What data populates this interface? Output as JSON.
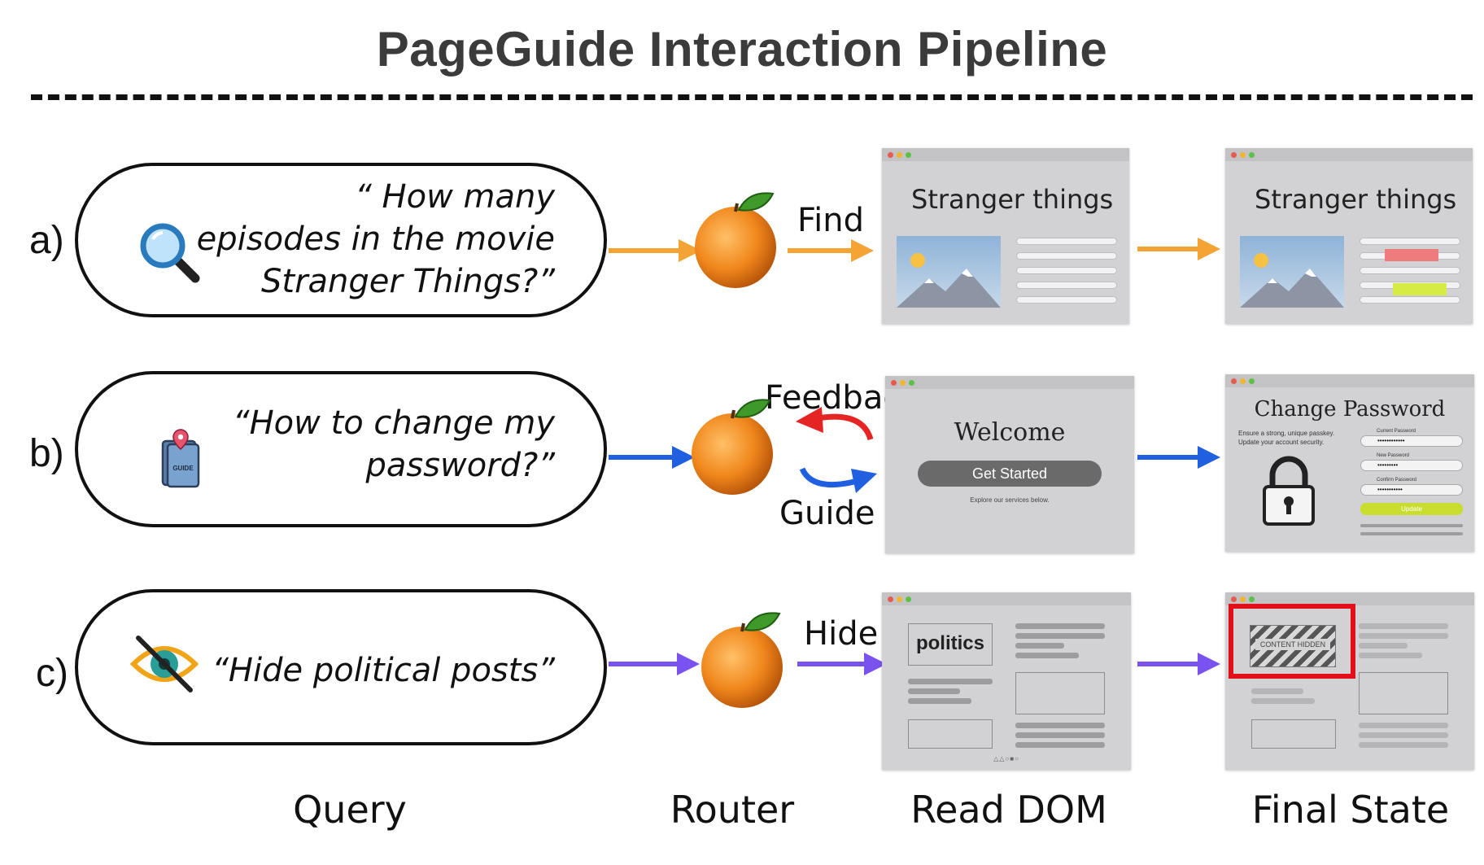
{
  "title": "PageGuide Interaction Pipeline",
  "rows": [
    {
      "label": "a)",
      "query_lines": [
        "“ How many",
        "episodes in the movie",
        "Stranger Things?”"
      ],
      "icon": "magnifier-icon",
      "action": "Find",
      "color": "#f4a335"
    },
    {
      "label": "b)",
      "query_lines": [
        "“How to change my",
        "password?”"
      ],
      "icon": "guidebook-icon",
      "action_top": "Feedback",
      "action_bottom": "Guide",
      "color": "#1f5fe0",
      "feedback_color": "#e52424"
    },
    {
      "label": "c)",
      "query_lines": [
        "“Hide political posts”"
      ],
      "icon": "crossed-eye-icon",
      "action": "Hide",
      "color": "#7a52f0"
    }
  ],
  "columns": {
    "query": "Query",
    "router": "Router",
    "read_dom": "Read DOM",
    "final_state": "Final State"
  },
  "router_icon": "orange-icon",
  "mockups": {
    "a_title": "Stranger things",
    "b_read_title": "Welcome",
    "b_read_button": "Get Started",
    "b_read_caption": "Explore our services below.",
    "b_final_title": "Change Password",
    "b_final_desc_1": "Ensure a strong, unique passkey.",
    "b_final_desc_2": "Update your account security.",
    "b_final_fields": [
      "Current Password",
      "New Password",
      "Confirm Password"
    ],
    "b_final_masks": [
      "••••••••••••",
      "•••••••••",
      "•••••••••••"
    ],
    "b_final_button": "Update",
    "c_tag": "politics",
    "c_hidden": "CONTENT HIDDEN",
    "footer_icons": "△△○■○"
  }
}
